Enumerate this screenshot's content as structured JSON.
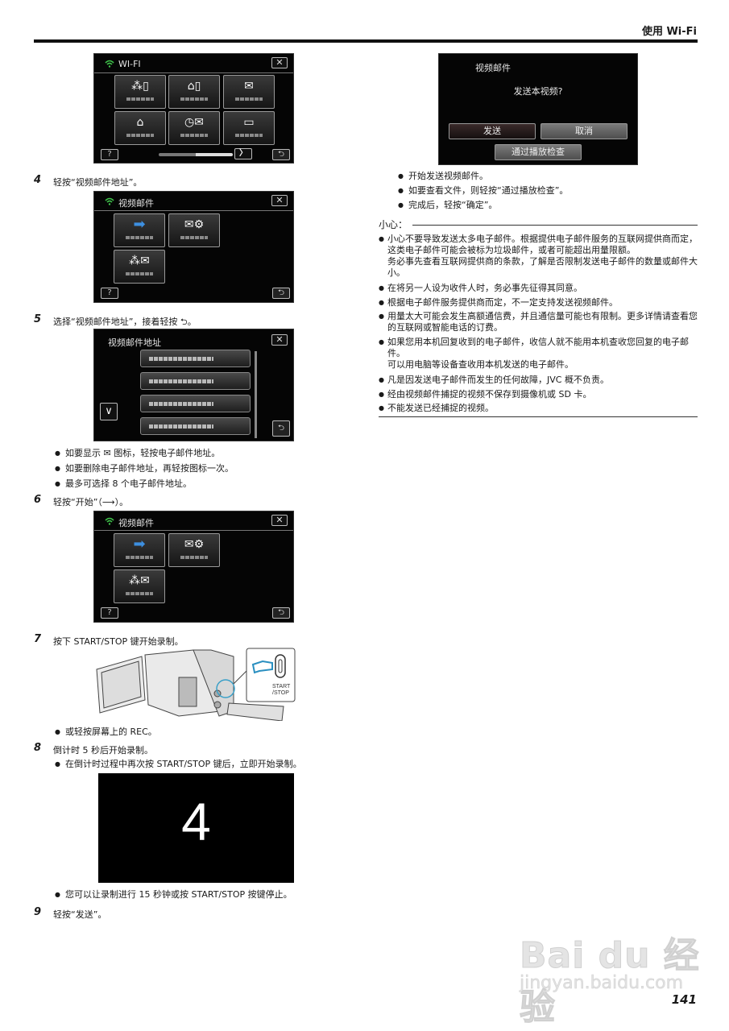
{
  "header": {
    "title": "使用 Wi-Fi"
  },
  "wifi_screen": {
    "title": "WI-FI",
    "close": "✕",
    "help": "?",
    "next": "〉",
    "back": "⮌",
    "tiles": [
      {
        "icon": "camera-signal-phone-icon",
        "label_masked": true
      },
      {
        "icon": "camera-home-phone-icon",
        "label_masked": true
      },
      {
        "icon": "video-mail-icon",
        "label_masked": true
      },
      {
        "icon": "home-camera-icon",
        "label_masked": true
      },
      {
        "icon": "clock-mail-icon",
        "label_masked": true
      },
      {
        "icon": "camera-tv-icon",
        "label_masked": true
      }
    ]
  },
  "steps": [
    {
      "num": "4",
      "text": "轻按“视频邮件地址”。"
    },
    {
      "num": "5",
      "text": "选择“视频邮件地址”，接着轻按 ⮌。"
    },
    {
      "num": "6",
      "text": "轻按“开始”（⟶）。"
    },
    {
      "num": "7",
      "text": "按下 START/STOP 键开始录制。"
    },
    {
      "num": "8",
      "text": "倒计时 5 秒后开始录制。"
    },
    {
      "num": "9",
      "text": "轻按“发送”。"
    }
  ],
  "videomail_screen": {
    "title": "视频邮件",
    "close": "✕",
    "help": "?",
    "back": "⮌",
    "tiles": [
      {
        "icon": "arrow-right-icon",
        "label_masked": true
      },
      {
        "icon": "mail-settings-icon",
        "label_masked": true
      },
      {
        "icon": "camera-mail-icon",
        "label_masked": true
      }
    ]
  },
  "address_screen": {
    "title": "视频邮件地址",
    "close": "✕",
    "down": "∨",
    "back": "⮌",
    "entries": [
      "masked-address-1",
      "masked-address-2",
      "masked-address-3",
      "masked-address-4"
    ]
  },
  "step5_bullets": [
    "如要显示 ✉ 图标，轻按电子邮件地址。",
    "如要删除电子邮件地址，再轻按图标一次。",
    "最多可选择 8 个电子邮件地址。"
  ],
  "camera_illustration": {
    "button_label_line1": "START",
    "button_label_line2": "/STOP"
  },
  "step7_bullets": [
    "或轻按屏幕上的 REC。"
  ],
  "step8_bullets": [
    "在倒计时过程中再次按 START/STOP 键后，立即开始录制。"
  ],
  "countdown": {
    "value": "4"
  },
  "countdown_bullets": [
    "您可以让录制进行 15 秒钟或按 START/STOP 按键停止。"
  ],
  "send_dialog": {
    "title": "视频邮件",
    "message": "发送本视频?",
    "send": "发送",
    "cancel": "取消",
    "check": "通过播放检查"
  },
  "send_bullets": [
    "开始发送视频邮件。",
    "如要查看文件，则轻按“通过播放检查”。",
    "完成后，轻按“确定”。"
  ],
  "caution": {
    "label": "小心：",
    "items": [
      "小心不要导致发送太多电子邮件。根据提供电子邮件服务的互联网提供商而定，这类电子邮件可能会被标为垃圾邮件，或者可能超出用量限额。\n务必事先查看互联网提供商的条款，了解是否限制发送电子邮件的数量或邮件大小。",
      "在将另一人设为收件人时，务必事先征得其同意。",
      "根据电子邮件服务提供商而定，不一定支持发送视频邮件。",
      "用量太大可能会发生高额通信费，并且通信量可能也有限制。更多详情请查看您的互联网或智能电话的订费。",
      "如果您用本机回复收到的电子邮件，收信人就不能用本机查收您回复的电子邮件。\n可以用电脑等设备查收用本机发送的电子邮件。",
      "凡是因发送电子邮件而发生的任何故障，JVC 概不负责。",
      "经由视频邮件捕捉的视频不保存到摄像机或 SD 卡。",
      "不能发送已经捕捉的视频。"
    ]
  },
  "watermark": {
    "brand": "Bai du 经验",
    "url": "jingyan.baidu.com"
  },
  "page_number": "141",
  "colors": {
    "wifi_green": "#3fc24a",
    "arrow_blue": "#3d8fe0",
    "screen_bg": "#050505"
  }
}
